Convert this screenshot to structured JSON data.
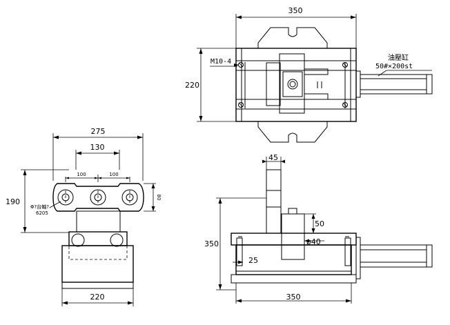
{
  "top_view": {
    "width_dim": "350",
    "height_dim": "220",
    "thread_note": "M10-4",
    "cylinder_label": "油壓缸",
    "cylinder_spec": "50#×200st"
  },
  "left_view": {
    "overall_width": "275",
    "roller_span": "130",
    "roller_pitch_a": "100",
    "roller_pitch_b": "100",
    "height_dim": "190",
    "roller_height": "80",
    "bearing_note": "Φ?台軸?",
    "bearing_code": "6205",
    "base_width": "220"
  },
  "front_view": {
    "post_width": "45",
    "height_dim": "350",
    "pin_height": "50",
    "pin_diameter": "ø40",
    "gap_dim": "25",
    "base_length": "350"
  }
}
